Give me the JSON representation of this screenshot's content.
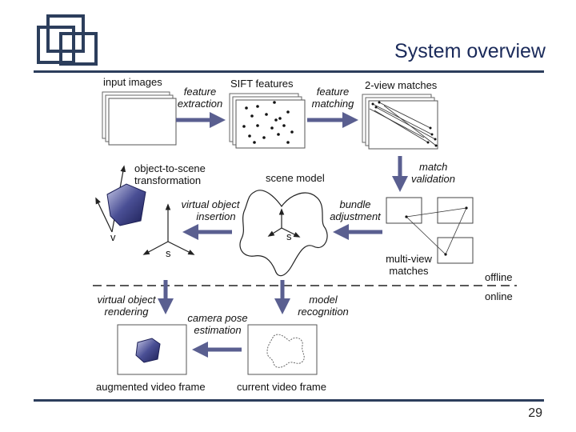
{
  "slide": {
    "title": "System overview",
    "page_number": "29"
  },
  "colors": {
    "arrow": "#5a5f90",
    "frame": "#2c3e5c",
    "object": "#3a3f80"
  },
  "diagram": {
    "input_images": "input images",
    "sift_features": "SIFT features",
    "feature_extraction_1": "feature",
    "feature_extraction_2": "extraction",
    "feature_matching_1": "feature",
    "feature_matching_2": "matching",
    "two_view_matches": "2-view matches",
    "match_validation_1": "match",
    "match_validation_2": "validation",
    "bundle_adjustment_1": "bundle",
    "bundle_adjustment_2": "adjustment",
    "multi_view_matches_1": "multi-view",
    "multi_view_matches_2": "matches",
    "scene_model": "scene model",
    "object_to_scene_1": "object-to-scene",
    "object_to_scene_2": "transformation",
    "virtual_object_insertion_1": "virtual object",
    "virtual_object_insertion_2": "insertion",
    "axis_v": "v",
    "axis_s_left": "s",
    "axis_s_model": "s",
    "offline": "offline",
    "online": "online",
    "virtual_object_rendering_1": "virtual object",
    "virtual_object_rendering_2": "rendering",
    "camera_pose_1": "camera pose",
    "camera_pose_2": "estimation",
    "model_recognition_1": "model",
    "model_recognition_2": "recognition",
    "augmented_video_frame": "augmented video frame",
    "current_video_frame": "current video frame"
  }
}
